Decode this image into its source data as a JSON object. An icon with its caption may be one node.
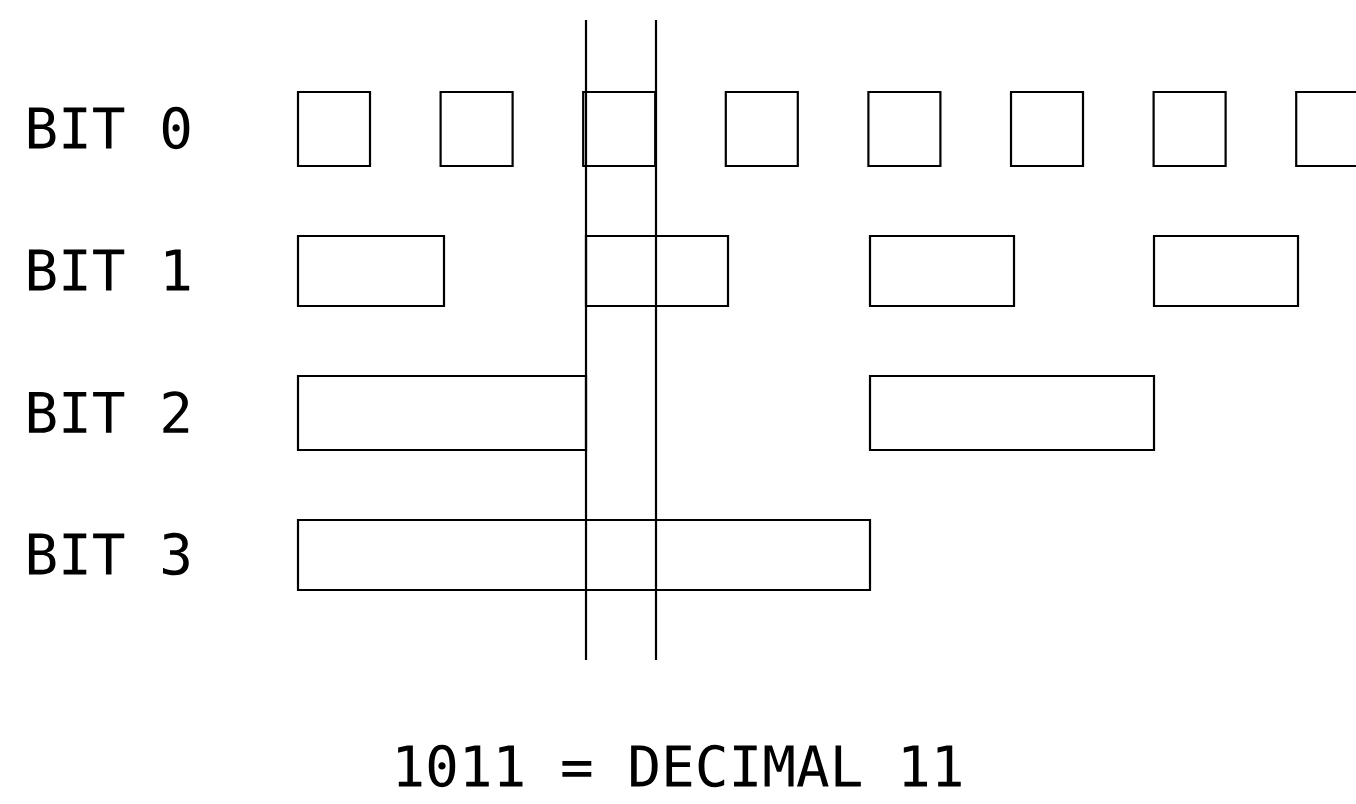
{
  "diagram": {
    "labels": [
      "BIT 0",
      "BIT 1",
      "BIT 2",
      "BIT 3",
      "1011 = DECIMAL 11"
    ]
  }
}
